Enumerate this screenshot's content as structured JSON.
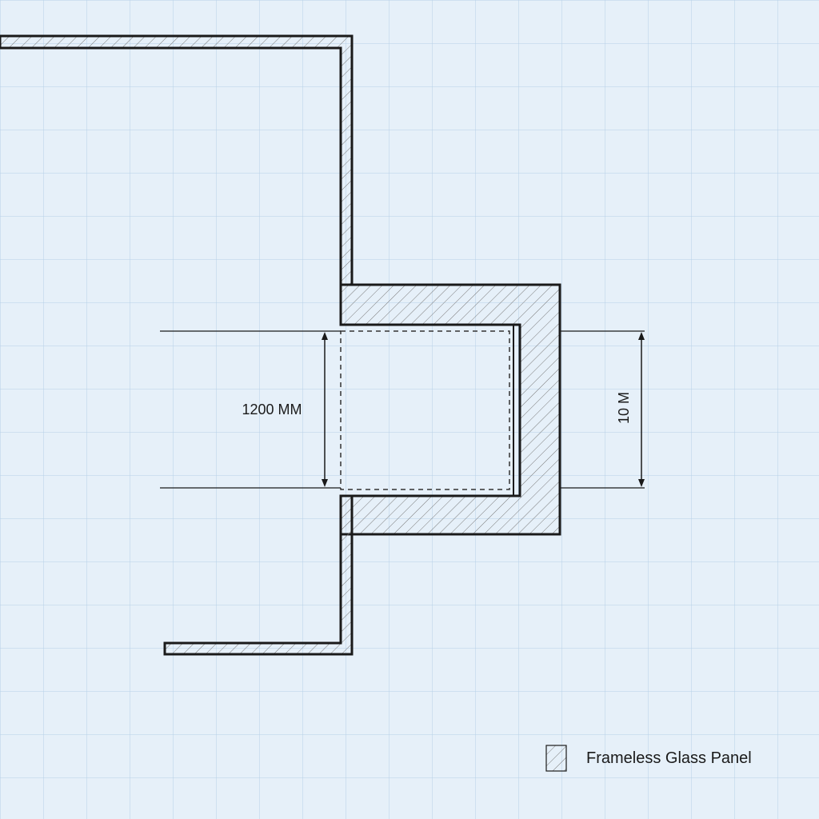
{
  "drawing": {
    "dimension_width_label": "1200 MM",
    "dimension_side_label": "10 M"
  },
  "legend": {
    "glass_panel_label": "Frameless Glass Panel"
  },
  "colors": {
    "background": "#e6f0f9",
    "grid": "#b6d0e8",
    "wall_stroke": "#1a1a1a",
    "hatch": "#6f6f6f"
  }
}
